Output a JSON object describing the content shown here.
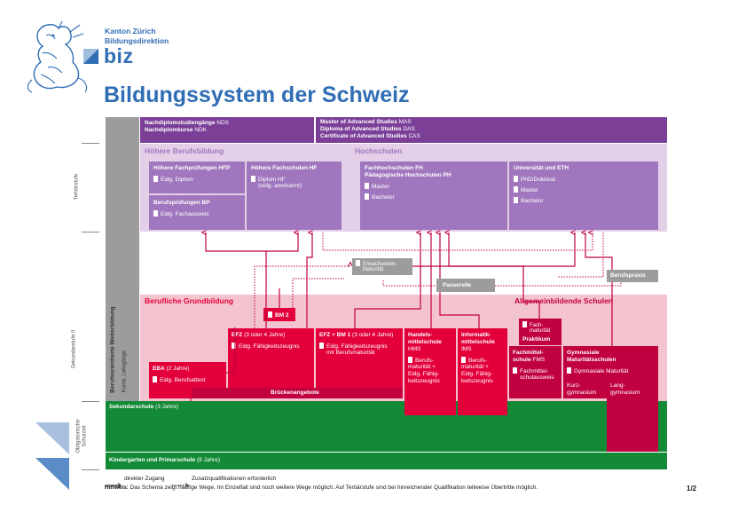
{
  "header": {
    "org_line1": "Kanton Zürich",
    "org_line2": "Bildungsdirektion",
    "org_short": "biz",
    "title": "Bildungssystem der Schweiz"
  },
  "left_axis": {
    "tertiary": "Tertiärstufe",
    "secondary2": "Sekundarstufe II",
    "compulsory1": "Obligatorische",
    "compulsory2": "Schulzeit",
    "further_ed": "Berufsorientierte Weiterbildung",
    "further_ed_sub": "Kurse, Lehrgänge"
  },
  "top": {
    "nds": "Nachdiplomstudiengänge",
    "nds_abbr": "NDS",
    "ndk": "Nachdiplomkurse",
    "ndk_abbr": "NDK",
    "mas": "Master of Advanced Studies",
    "mas_abbr": "MAS",
    "das": "Diploma of Advanced Studies",
    "das_abbr": "DAS",
    "cas": "Certificate of Advanced Studies",
    "cas_abbr": "CAS"
  },
  "tertiary": {
    "hbb_title": "Höhere Berufsbildung",
    "hfp_title": "Höhere Fachprüfungen HFP",
    "hfp_cert": "Eidg. Diplom",
    "bp_title": "Berufsprüfungen BP",
    "bp_cert": "Eidg. Fachausweis",
    "hf_title": "Höhere Fachschulen HF",
    "hf_cert": "Diplom HF",
    "hf_cert2": "(eidg. anerkannt)",
    "hs_title": "Hochschulen",
    "fh_title": "Fachhochschulen FH",
    "ph_title": "Pädagogische Hochschulen PH",
    "fh_cert1": "Master",
    "fh_cert2": "Bachelor",
    "uni_title": "Universität und ETH",
    "uni_cert1": "PhD/Doktorat",
    "uni_cert2": "Master",
    "uni_cert3": "Bachelor"
  },
  "middle": {
    "erw1": "Erwachsenen-",
    "erw2": "Maturität",
    "passerelle": "Passerelle",
    "berufspraxis": "Berufspraxis"
  },
  "sek2": {
    "bg_title": "Berufliche Grundbildung",
    "ab_title": "Allgemeinbildende Schulen",
    "bm2": "BM 2",
    "efz_title": "EFZ",
    "efz_dur": "(3 oder 4 Jahre)",
    "efz_cert": "Eidg. Fähigkeitszeugnis",
    "efzbm_title": "EFZ + BM 1",
    "efzbm_dur": "(3 oder 4 Jahre)",
    "efzbm_cert1": "Eidg. Fähigkeitszeugnis",
    "efzbm_cert2": "mit Berufsmaturität",
    "eba_title": "EBA",
    "eba_dur": "(2 Jahre)",
    "eba_cert": "Eidg. Berufsattest",
    "bruecke": "Brückenangebote",
    "hms_t1": "Handels-",
    "hms_t2": "mittelschule",
    "hms_abbr": "HMS",
    "hms_c1": "Berufs-",
    "hms_c2": "maturität +",
    "hms_c3": "Eidg. Fähig-",
    "hms_c4": "keitszeugnis",
    "ims_t1": "Informatik-",
    "ims_t2": "mittelschule",
    "ims_abbr": "IMS",
    "ims_c1": "Berufs-",
    "ims_c2": "maturität +",
    "ims_c3": "Eidg. Fähig-",
    "ims_c4": "keitszeugnis",
    "fm1": "Fach-",
    "fm2": "maturität",
    "prakt": "Praktikum",
    "fms_t1": "Fachmittel-",
    "fms_t2": "schule",
    "fms_abbr": "FMS",
    "fms_c1": "Fachmittel-",
    "fms_c2": "schulausweis",
    "gym_t1": "Gymnasiale",
    "gym_t2": "Maturitätsschulen",
    "gym_c": "Gymnasiale Maturität",
    "gym_k1": "Kurz-",
    "gym_k2": "gymnasium",
    "gym_l1": "Lang-",
    "gym_l2": "gymnasium"
  },
  "compulsory": {
    "sek1": "Sekundarschule",
    "sek1_dur": "(3 Jahre)",
    "primar": "Kindergarten und Primarschule",
    "primar_dur": "(8 Jahre)"
  },
  "legend": {
    "direct": "direkter Zugang",
    "extra": "Zusatzqualifikationen erforderlich",
    "note_label": "Hinweis:",
    "note": "Das Schema zeigt häufige Wege. Im Einzelfall sind noch weitere Wege möglich. Auf Tertiärstufe sind bei hinreichender Qualifikation teilweise Übertritte möglich.",
    "page": "1/2"
  },
  "colors": {
    "purple_dark": "#7b3f98",
    "purple_mid": "#a077be",
    "purple_light": "#e3cfe8",
    "pink_light": "#f4c3d0",
    "red": "#e3003a",
    "crimson": "#c1003f",
    "green": "#138a36",
    "grey": "#9c9c9c",
    "blue": "#2f6db5"
  }
}
